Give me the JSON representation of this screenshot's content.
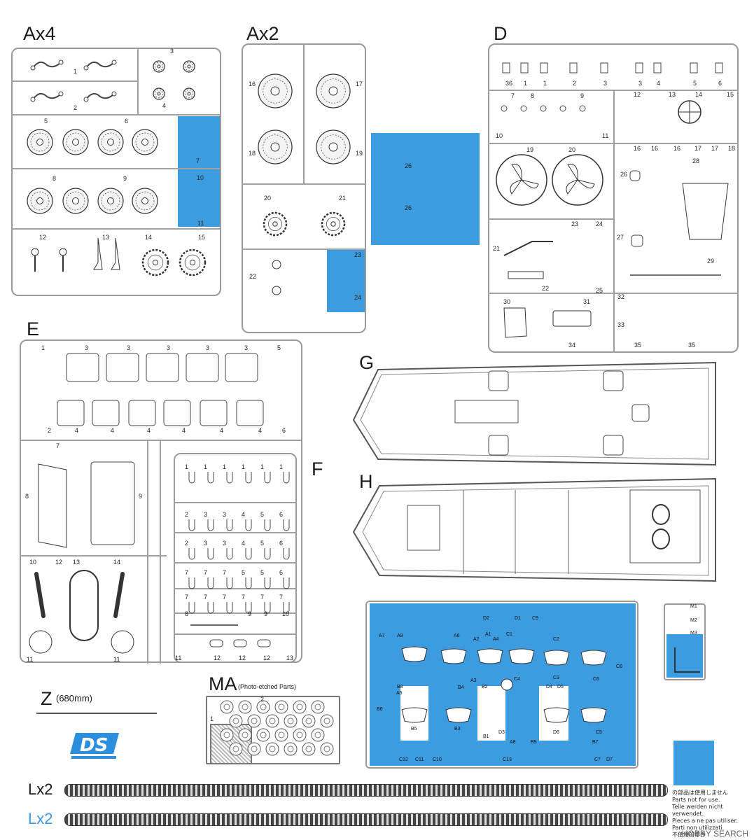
{
  "sprues": {
    "ax4": {
      "label": "Ax4",
      "parts": [
        "1",
        "2",
        "3",
        "4",
        "5",
        "6",
        "7",
        "8",
        "9",
        "10",
        "11",
        "12",
        "13",
        "14",
        "15"
      ]
    },
    "ax2": {
      "label": "Ax2",
      "parts": [
        "16",
        "17",
        "18",
        "19",
        "20",
        "21",
        "22",
        "23",
        "24",
        "25",
        "26"
      ]
    },
    "d": {
      "label": "D",
      "parts": [
        "1",
        "2",
        "3",
        "4",
        "5",
        "6",
        "7",
        "8",
        "9",
        "10",
        "11",
        "12",
        "13",
        "14",
        "15",
        "16",
        "17",
        "18",
        "19",
        "20",
        "21",
        "22",
        "23",
        "24",
        "25",
        "26",
        "27",
        "28",
        "29",
        "30",
        "31",
        "32",
        "33",
        "34",
        "35",
        "36"
      ]
    },
    "e": {
      "label": "E",
      "parts": [
        "1",
        "2",
        "3",
        "4",
        "5",
        "6",
        "7",
        "8",
        "9",
        "10",
        "11",
        "12",
        "13",
        "14"
      ]
    },
    "f": {
      "label": "F",
      "parts": [
        "1",
        "2",
        "3",
        "4",
        "5",
        "6",
        "7",
        "8",
        "9",
        "10",
        "11",
        "12",
        "13"
      ]
    },
    "g": {
      "label": "G"
    },
    "h": {
      "label": "H"
    },
    "ma": {
      "label": "MA",
      "sublabel": "(Photo-etched Parts)",
      "parts": [
        "1",
        "2"
      ]
    },
    "z": {
      "label": "Z",
      "sublabel": "(680mm)"
    },
    "small_m": {
      "parts": [
        "M1",
        "M2",
        "M3"
      ]
    },
    "clear": {
      "parts": [
        "A1",
        "A2",
        "A3",
        "A4",
        "A5",
        "A6",
        "A7",
        "A8",
        "A9",
        "B1",
        "B2",
        "B3",
        "B4",
        "B5",
        "B6",
        "B7",
        "B8",
        "B9",
        "C1",
        "C2",
        "C3",
        "C4",
        "C5",
        "C6",
        "C7",
        "C8",
        "C9",
        "C10",
        "C11",
        "C12",
        "C13",
        "D1",
        "D2",
        "D3",
        "D4",
        "D5",
        "D6",
        "D7"
      ]
    }
  },
  "tracks": [
    {
      "label": "Lx2",
      "color": "#1a1a1a"
    },
    {
      "label": "Lx2",
      "color": "#3d9be0"
    }
  ],
  "legend": {
    "note_lines": [
      "の部品は使用しません",
      "Parts not for use.",
      "Teile werden nicht verwendet.",
      "Pieces a ne pas utiliser.",
      "Parti non utilizzati.",
      "不使用的零件"
    ],
    "swatch_color": "#3d9be0"
  },
  "logo": {
    "text": "DS"
  },
  "watermark": "HOBBY SEARCH",
  "colors": {
    "unused": "#3d9be0",
    "sprue": "#9a9a9a",
    "part": "#555555"
  }
}
